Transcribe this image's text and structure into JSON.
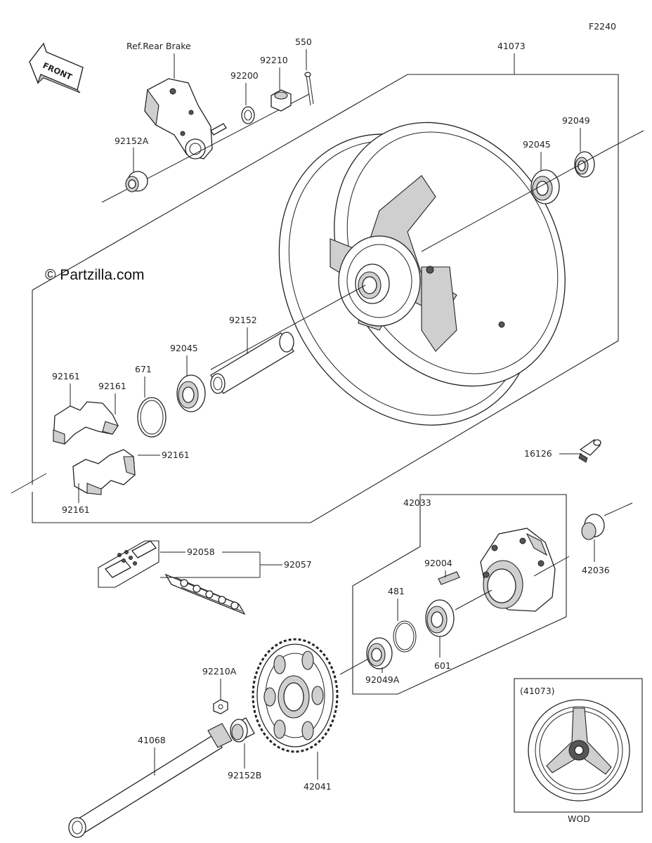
{
  "figure_code": "F2240",
  "watermark": "© Partzilla.com",
  "front_arrow_label": "FRONT",
  "ref_label": "Ref.Rear Brake",
  "labels": {
    "p550": "550",
    "p92210": "92210",
    "p92200": "92200",
    "p92152A": "92152A",
    "p41073": "41073",
    "p92049": "92049",
    "p92045_top": "92045",
    "p92152": "92152",
    "p92045": "92045",
    "p671": "671",
    "p92161_a": "92161",
    "p92161_b": "92161",
    "p92161_c": "92161",
    "p92161_d": "92161",
    "p16126": "16126",
    "p42033": "42033",
    "p92004": "92004",
    "p42036": "42036",
    "p92058": "92058",
    "p92057": "92057",
    "p481": "481",
    "p601": "601",
    "p92049A": "92049A",
    "p92210A": "92210A",
    "p41068": "41068",
    "p92152B": "92152B",
    "p42041": "42041"
  },
  "inset": {
    "ref": "(41073)",
    "caption": "WOD"
  }
}
